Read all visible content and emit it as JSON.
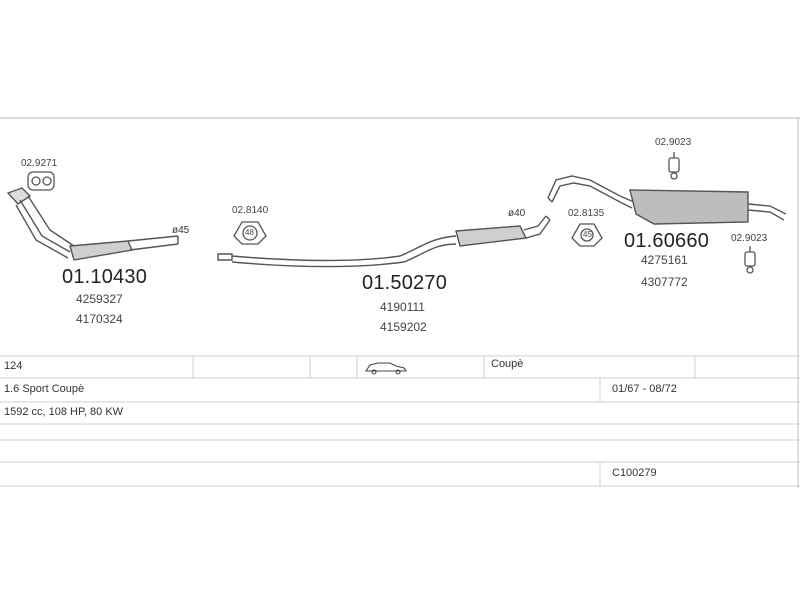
{
  "parts": {
    "clamp1": "02.9271",
    "front_pipe": {
      "number": "01.10430",
      "refs": [
        "4259327",
        "4170324"
      ]
    },
    "diameter1": "ø45",
    "gasket": "02.8140",
    "gasket_label": "48",
    "middle": {
      "number": "01.50270",
      "refs": [
        "4190111",
        "4159202"
      ]
    },
    "diameter2": "ø40",
    "ring": "02.8135",
    "ring_label": "45",
    "hanger_top": "02.9023",
    "rear": {
      "number": "01.60660",
      "refs": [
        "4275161",
        "4307772"
      ]
    },
    "hanger_side": "02.9023"
  },
  "table": {
    "row1": {
      "model": "124",
      "body": "Coupè",
      "car_icon": "car-icon"
    },
    "row2": {
      "variant": "1.6 Sport Coupè",
      "years": "01/67 - 08/72"
    },
    "row3": {
      "engine": "1592 cc, 108 HP, 80 KW"
    },
    "row5": {
      "code": "C100279"
    }
  }
}
